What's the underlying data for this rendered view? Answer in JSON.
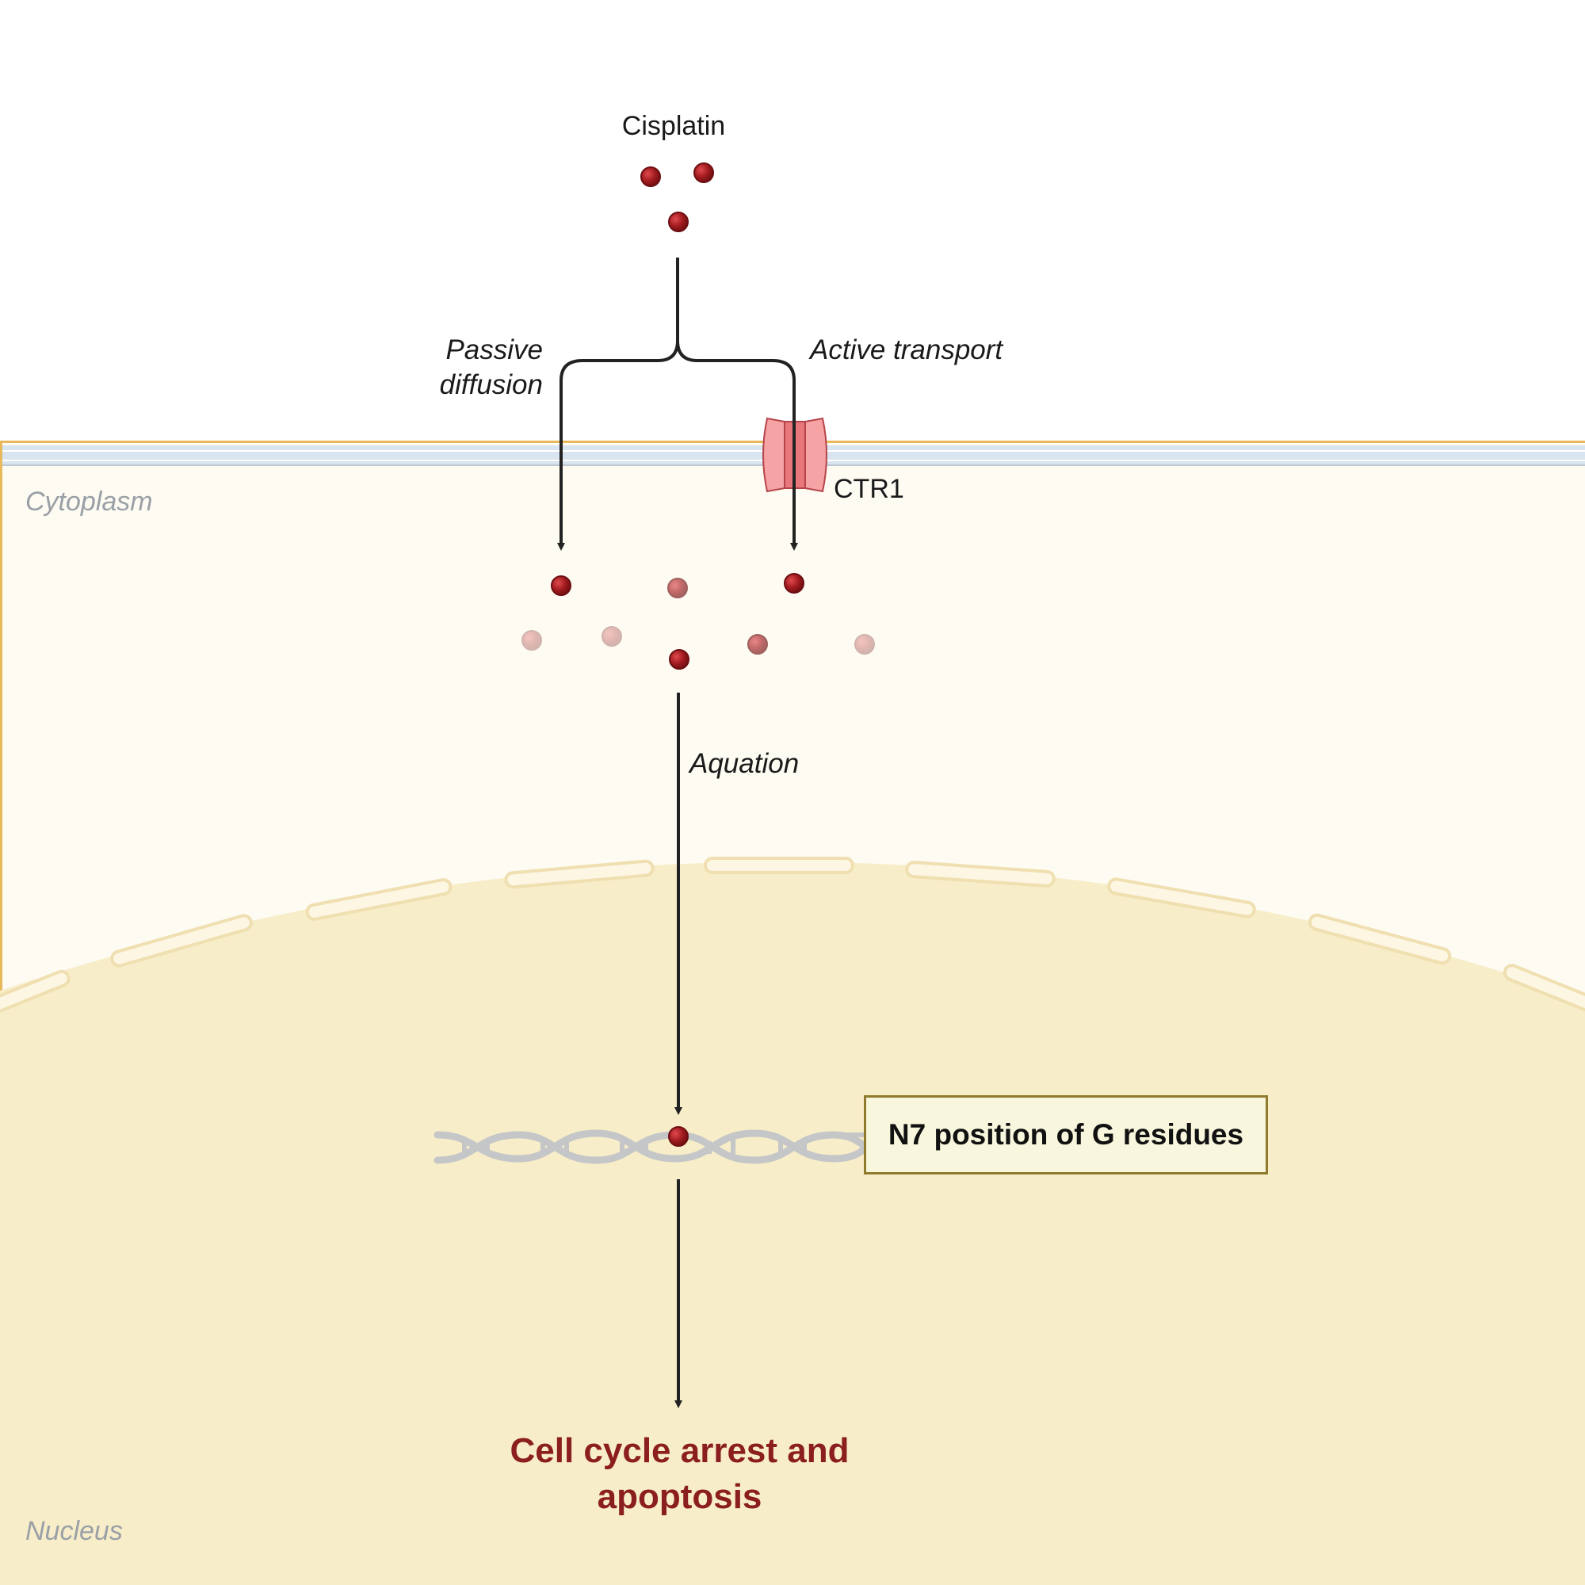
{
  "diagram": {
    "title": "Cisplatin",
    "paths": {
      "passive": "Passive diffusion",
      "active": "Active transport"
    },
    "transporter": "CTR1",
    "regions": {
      "cytoplasm": "Cytoplasm",
      "nucleus": "Nucleus"
    },
    "step": "Aquation",
    "target": "N7 position of G residues",
    "outcome": "Cell cycle arrest and apoptosis"
  },
  "colors": {
    "molecule": "#a11b1f",
    "cytoplasm": "#fdfbf2",
    "nucleus": "#f7edc8",
    "membrane": "#e7b95a",
    "transporter": "#f5a3a5",
    "outcome": "#8b1e1e",
    "dna": "#c4c6c8"
  },
  "icons": [
    "cisplatin-molecule-icon",
    "ctr1-transporter-icon",
    "dna-helix-icon"
  ]
}
